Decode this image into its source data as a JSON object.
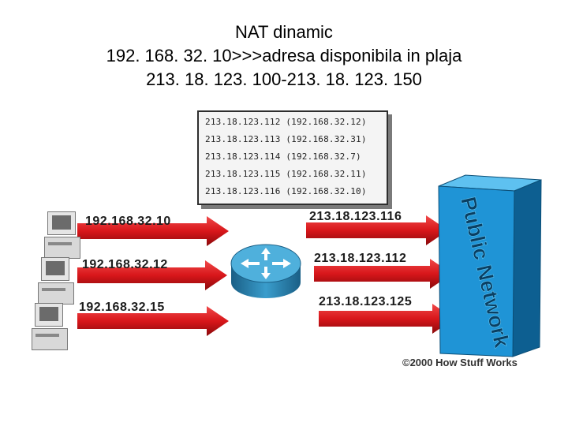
{
  "title": {
    "line1": "NAT dinamic",
    "line2": "192. 168. 32. 10>>>adresa disponibila in plaja",
    "line3": "213. 18. 123. 100-213. 18. 123. 150"
  },
  "nat_table": {
    "rows": [
      "213.18.123.112 (192.168.32.12)",
      "213.18.123.113 (192.168.32.31)",
      "213.18.123.114 (192.168.32.7)",
      "213.18.123.115 (192.168.32.11)",
      "213.18.123.116 (192.168.32.10)"
    ]
  },
  "inside_hosts": [
    "192.168.32.10",
    "192.168.32.12",
    "192.168.32.15"
  ],
  "outside_addresses": [
    "213.18.123.116",
    "213.18.123.112",
    "213.18.123.125"
  ],
  "public_network": {
    "label": "Public Network"
  },
  "copyright": "©2000 How Stuff Works",
  "colors": {
    "arrow_red": "#d8161a",
    "arrow_dark": "#8a0a0c",
    "router_blue": "#2f87b4",
    "cloud_blue": "#1f94d6",
    "cloud_dark": "#0d5f91"
  },
  "icons": {
    "hosts": "computer-icon",
    "router": "router-icon",
    "network": "public-network-block"
  }
}
